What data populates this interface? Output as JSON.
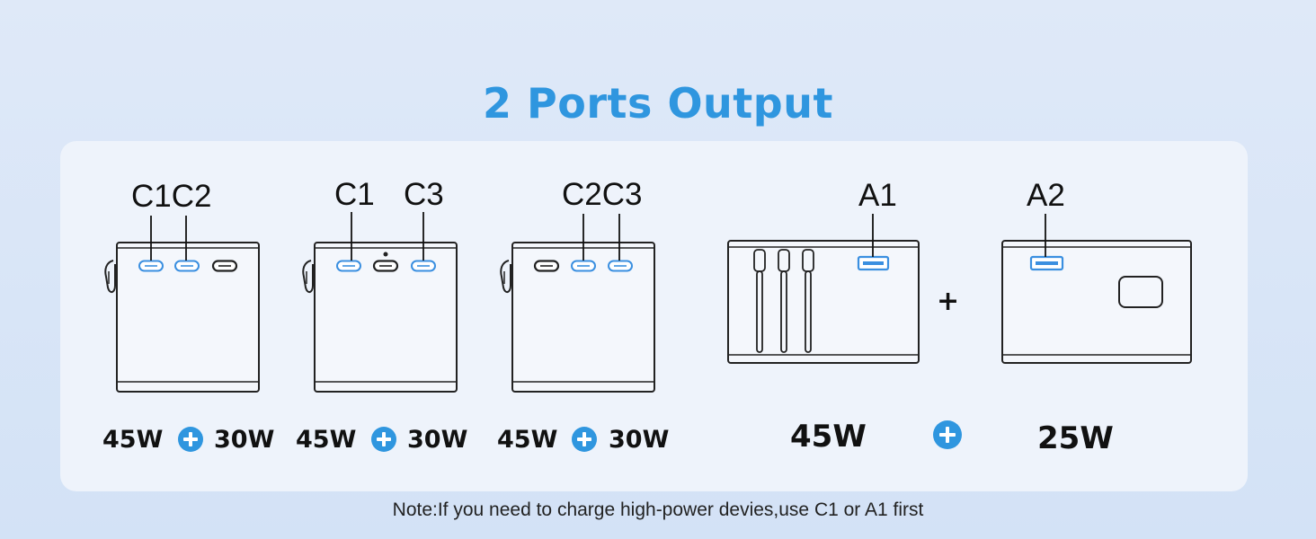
{
  "title": "2 Ports Output",
  "combos": [
    {
      "labels": [
        "C1C2"
      ],
      "output_left": "45W",
      "output_right": "30W"
    },
    {
      "labels": [
        "C1",
        "C3"
      ],
      "output_left": "45W",
      "output_right": "30W"
    },
    {
      "labels": [
        "C2C3"
      ],
      "output_left": "45W",
      "output_right": "30W"
    }
  ],
  "usb_a": {
    "label_a1": "A1",
    "label_a2": "A2",
    "output_left": "45W",
    "output_right": "25W",
    "joiner": "+"
  },
  "note": "Note:If you need to charge high-power devies,use C1 or A1 first",
  "colors": {
    "accent": "#2f96df",
    "active_port": "#3a8fe0",
    "inactive_port": "#222222"
  }
}
